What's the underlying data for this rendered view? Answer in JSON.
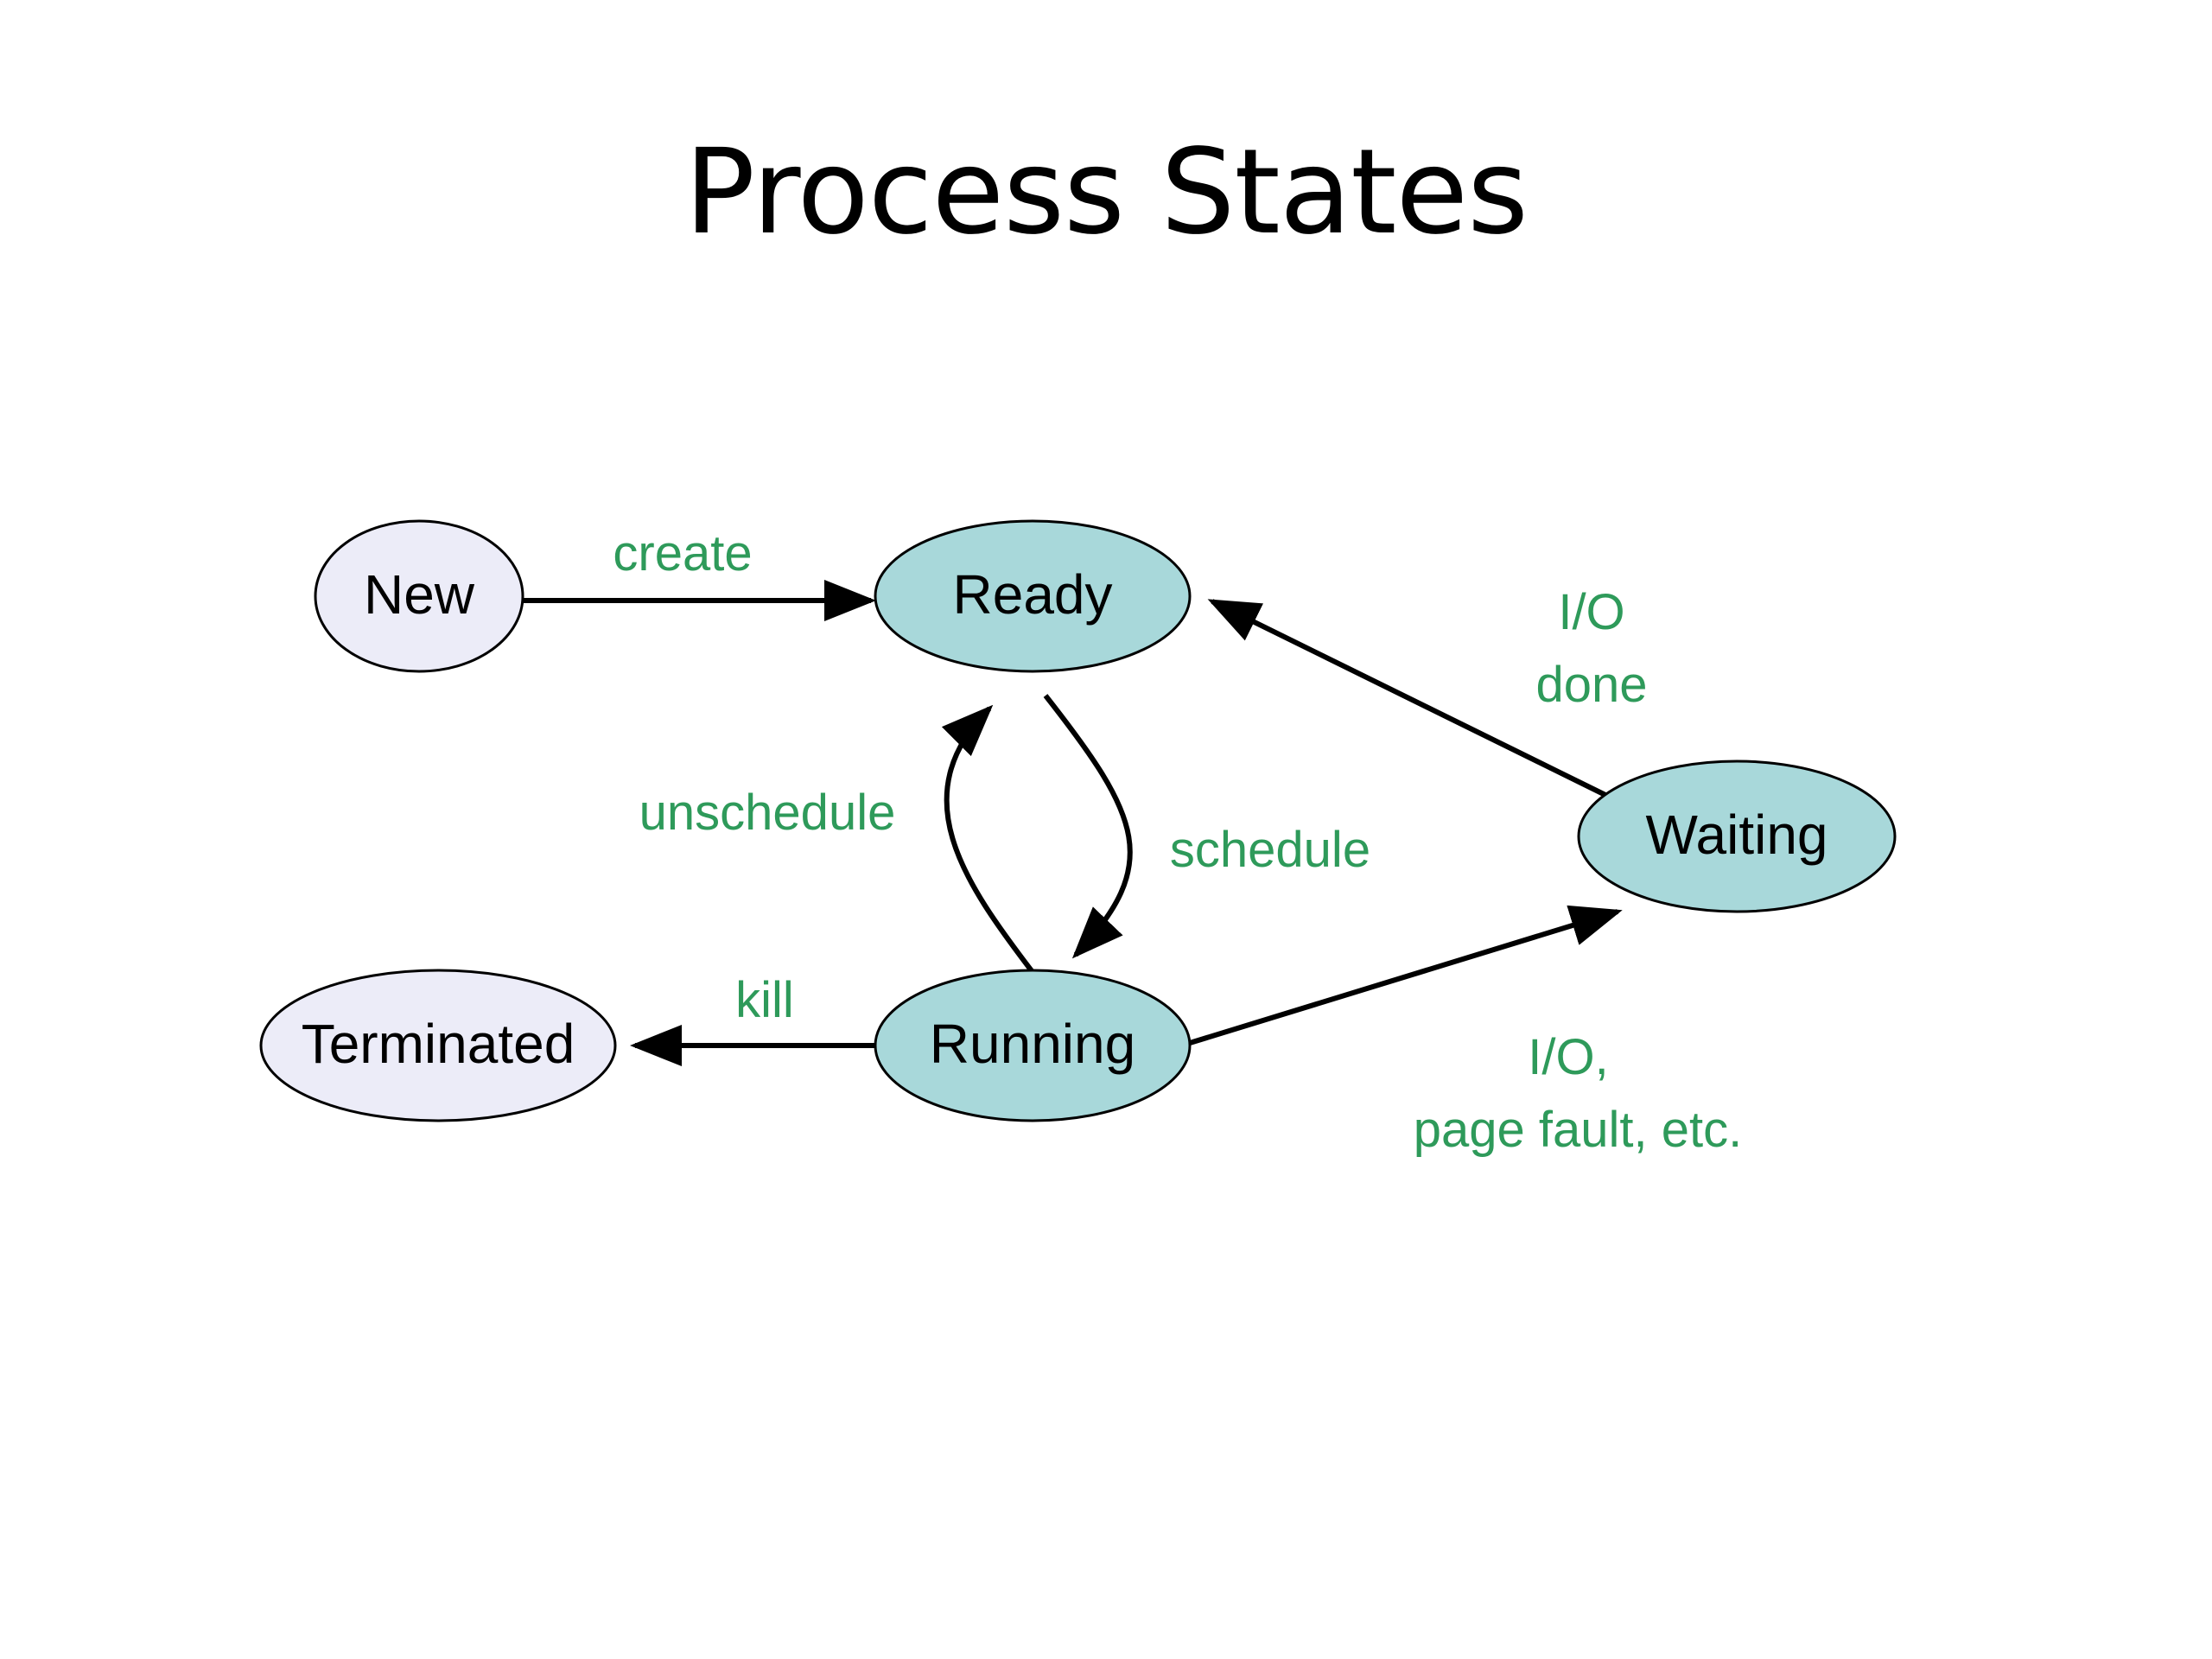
{
  "title": "Process States",
  "colors": {
    "node_light": "#ececf8",
    "node_teal": "#a8d8da",
    "edge_label": "#2e9a5a",
    "stroke": "#000000"
  },
  "states": {
    "new": "New",
    "ready": "Ready",
    "running": "Running",
    "waiting": "Waiting",
    "terminated": "Terminated"
  },
  "transitions": {
    "create": "create",
    "unschedule": "unschedule",
    "schedule": "schedule",
    "kill": "kill",
    "io_done_line1": "I/O",
    "io_done_line2": "done",
    "io_wait_line1": "I/O,",
    "io_wait_line2": "page fault, etc."
  },
  "edges": [
    {
      "from": "New",
      "to": "Ready",
      "label": "create"
    },
    {
      "from": "Ready",
      "to": "Running",
      "label": "schedule"
    },
    {
      "from": "Running",
      "to": "Ready",
      "label": "unschedule"
    },
    {
      "from": "Running",
      "to": "Terminated",
      "label": "kill"
    },
    {
      "from": "Running",
      "to": "Waiting",
      "label": "I/O, page fault, etc."
    },
    {
      "from": "Waiting",
      "to": "Ready",
      "label": "I/O done"
    }
  ]
}
